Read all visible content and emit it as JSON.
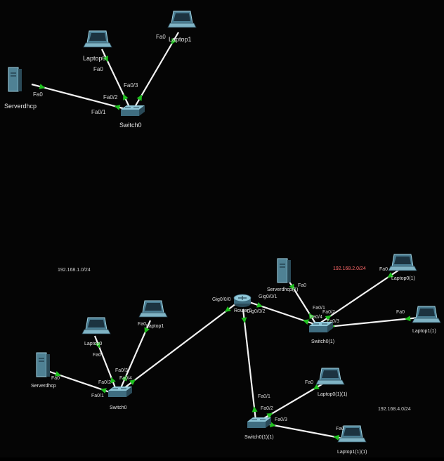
{
  "diagram": {
    "colors": {
      "background": "#050505",
      "link": "#f2f2f2",
      "link_up": "#1fc21f",
      "device_body": "#3f6d80",
      "device_light": "#8fc7d8",
      "device_dark": "#1c3340",
      "label": "#e6e6e6",
      "highlight_label": "#ff6a6a"
    },
    "top": {
      "devices": [
        {
          "id": "t-laptop0",
          "type": "laptop",
          "label": "Laptop0"
        },
        {
          "id": "t-laptop1",
          "type": "laptop",
          "label": "Laptop1"
        },
        {
          "id": "t-server",
          "type": "server",
          "label": "Serverdhcp"
        },
        {
          "id": "t-switch0",
          "type": "switch",
          "label": "Switch0"
        }
      ],
      "ports": {
        "laptop1_fa0": "Fa0",
        "laptop0_fa0": "Fa0",
        "sw_fa03": "Fa0/3",
        "sw_fa02": "Fa0/2",
        "server_fa0": "Fa0",
        "sw_fa01": "Fa0/1"
      }
    },
    "bottom": {
      "networks": {
        "left": "192.168.1.0/24",
        "right": "192.168.2.0/24",
        "lower": "192.168.4.0/24"
      },
      "devices": [
        {
          "id": "b-router",
          "type": "router",
          "label": "Router0"
        },
        {
          "id": "b-switch0",
          "type": "switch",
          "label": "Switch0"
        },
        {
          "id": "b-laptop0",
          "type": "laptop",
          "label": "Laptop0"
        },
        {
          "id": "b-laptop1",
          "type": "laptop",
          "label": "Laptop1"
        },
        {
          "id": "b-server",
          "type": "server",
          "label": "Serverdhcp"
        },
        {
          "id": "b-server1",
          "type": "server",
          "label": "Serverdhcp(1)"
        },
        {
          "id": "b-switch01",
          "type": "switch",
          "label": "Switch0(1)"
        },
        {
          "id": "b-laptop01",
          "type": "laptop",
          "label": "Laptop0(1)"
        },
        {
          "id": "b-laptop11",
          "type": "laptop",
          "label": "Laptop1(1)"
        },
        {
          "id": "b-switch011",
          "type": "switch",
          "label": "Switch0(1)(1)"
        },
        {
          "id": "b-laptop011",
          "type": "laptop",
          "label": "Laptop0(1)(1)"
        },
        {
          "id": "b-laptop111",
          "type": "laptop",
          "label": "Laptop1(1)(1)"
        }
      ],
      "ports": {
        "r_gig000": "Gig0/0/0",
        "r_gig001": "Gig0/0/1",
        "r_gig002": "Gig0/0/2",
        "sw_fa04": "Fa0/4",
        "sw_fa03": "Fa0/3",
        "sw_fa02": "Fa0/2",
        "sw_fa01": "Fa0/1",
        "lap0_fa0": "Fa0",
        "lap1_fa0": "Fa0",
        "srv_fa0": "Fa0",
        "sw1_fa04": "Fa0/4",
        "sw1_fa01": "Fa0/1",
        "sw1_fa02": "Fa0/2",
        "sw1_fa03": "Fa0/3",
        "srv1_fa0": "Fa0",
        "lap01_fa0": "Fa0",
        "lap11_fa0": "Fa0",
        "sw11_fa01": "Fa0/1",
        "sw11_fa02": "Fa0/2",
        "sw11_fa03": "Fa0/3",
        "lap011_fa0": "Fa0",
        "lap111_fa0": "Fa0"
      }
    }
  }
}
